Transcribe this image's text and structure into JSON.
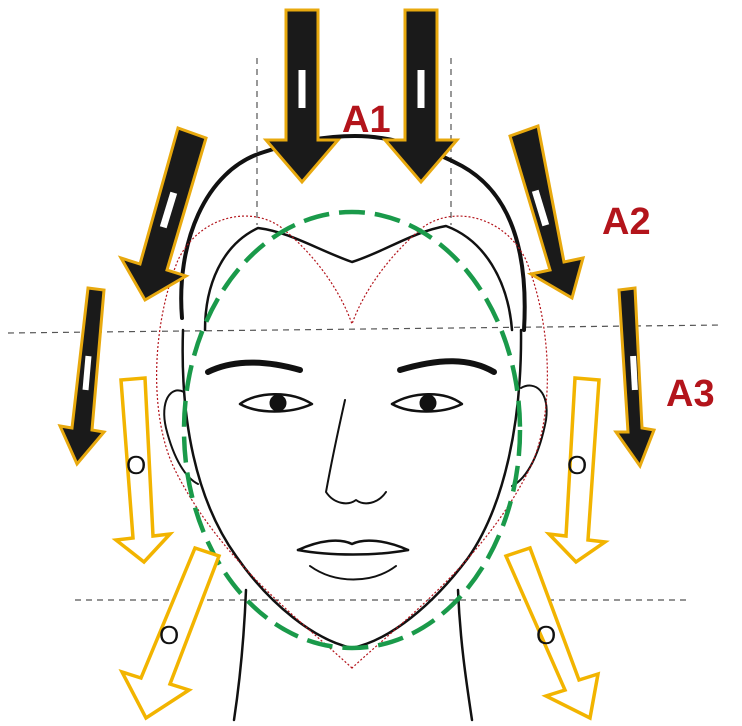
{
  "labels": {
    "a1": "A1",
    "a2": "A2",
    "a3": "A3"
  },
  "inward_arrow_marker": "I",
  "outward_arrow_marker": "O",
  "colors": {
    "inward_arrow_fill": "#1a1a1a",
    "inward_arrow_outline": "#e8a90e",
    "outward_arrow_outline": "#f2b400",
    "region_label": "#b3141b",
    "face_oval": "#1a9a4a",
    "heart_outline": "#b3141b",
    "guide_lines": "#555555"
  }
}
